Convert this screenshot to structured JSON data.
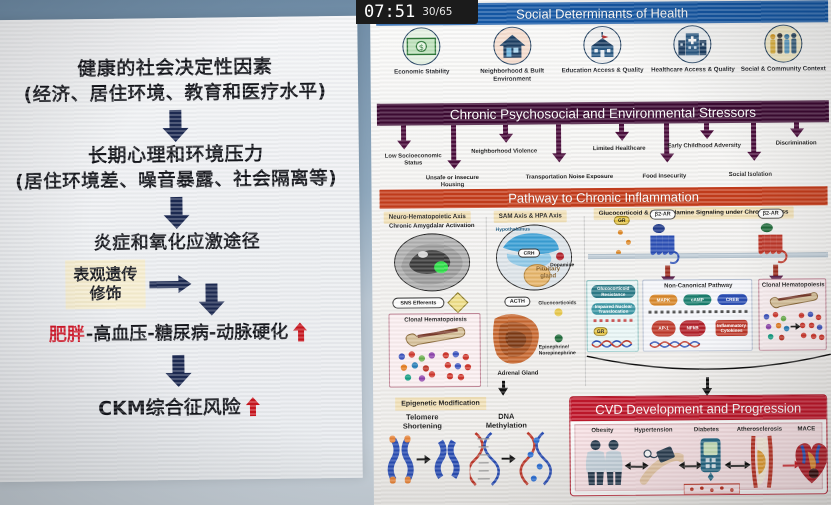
{
  "timer": {
    "time": "07:51",
    "counter": "30/65"
  },
  "left_slide": {
    "title_line1": "健康的社会决定性因素",
    "title_line2": "(经济、居住环境、教育和医疗水平)",
    "stress_line1": "长期心理和环境压力",
    "stress_line2": "(居住环境差、噪音暴露、社会隔离等)",
    "inflammation": "炎症和氧化应激途径",
    "epigenetic_tag_line1": "表观遗传",
    "epigenetic_tag_line2": "修饰",
    "disease_red": "肥胖",
    "disease_rest": "-高血压-糖尿病-动脉硬化",
    "outcome": "CKM综合征风险"
  },
  "right_slide": {
    "header_sdoh": "Social Determinants of Health",
    "sdoh_items": [
      {
        "label": "Economic Stability",
        "icon": "money-icon"
      },
      {
        "label": "Neighborhood &\nBuilt Environment",
        "icon": "house-icon"
      },
      {
        "label": "Education Access\n& Quality",
        "icon": "school-icon"
      },
      {
        "label": "Healthcare Access\n& Quality",
        "icon": "hospital-icon"
      },
      {
        "label": "Social & Community\nContext",
        "icon": "people-icon"
      }
    ],
    "header_stressors": "Chronic Psychosocial and Environmental Stressors",
    "stressors": [
      "Low Socioeconomic\nStatus",
      "Unsafe or Insecure Housing",
      "Neighborhood Violence",
      "Transportation Noise Exposure",
      "Limited Healthcare",
      "Food Insecurity",
      "Early Childhood Adversity",
      "Social Isolation",
      "Discrimination"
    ],
    "header_pathway": "Pathway to Chronic Inflammation",
    "axis_tags": [
      "Neuro-Hematopoietic Axis",
      "SAM Axis & HPA Axis",
      "Glucocorticoid & Catecholamine Signaling under Chronic Stress"
    ],
    "column1": {
      "caption": "Chronic Amygdalar Activation",
      "sns_pill": "SNS Efferents",
      "clonal_caption": "Clonal Hematopoiesis"
    },
    "column2": {
      "hypothalamus": "Hypothalamus",
      "crh": "CRH",
      "pituitary": "Pituitary\ngland",
      "acth": "ACTH",
      "adrenal": "Adrenal Gland",
      "dopamine": "Dopamine",
      "glucocorticoids": "Glucocorticoids",
      "catecholamines": "Epinephrine/\nNorepinephrine"
    },
    "column3": {
      "gr_label": "GR",
      "b2ar_left": "β2-AR",
      "b2ar_right": "β2-AR",
      "resistance_title": "Glucocorticoid\nResistance",
      "impaired": "Impaired Nuclear\nTranslocation",
      "gr_small": "GR",
      "noncanonical_title": "Non-Canonical Pathway",
      "noncanonical_nodes": [
        "MAPK",
        "cAMP",
        "CREB"
      ],
      "tf_nodes": [
        "AP-1",
        "NFkB"
      ],
      "cytokines": "Inflammatory\nCytokines",
      "clonal_title": "Clonal Hematopoiesis"
    },
    "epigenetics": {
      "header": "Epigenetic Modification",
      "item1": "Telomere\nShortening",
      "item2": "DNA\nMethylation"
    },
    "cvd": {
      "header": "CVD Development and Progression",
      "items": [
        "Obesity",
        "Hypertension",
        "Diabetes",
        "Atherosclerosis",
        "MACE"
      ]
    }
  },
  "colors": {
    "sdoh_bar": "#1559a8",
    "stressor_bar": "#3d0a33",
    "pathway_bar": "#c63d1c",
    "cvd_bar": "#c2182c",
    "accent_red": "#c8161f",
    "arrow_navy": "#1d2a52",
    "tag_yellow": "#f3e2b9"
  }
}
